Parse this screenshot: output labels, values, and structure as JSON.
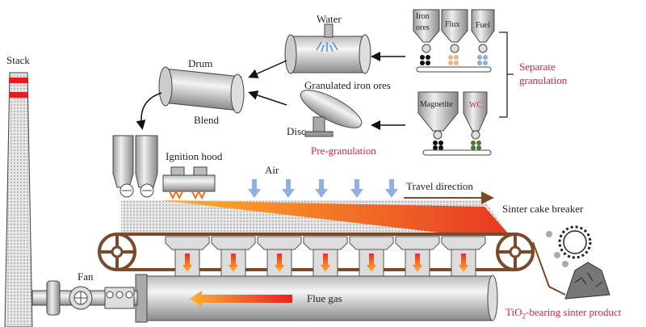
{
  "labels": {
    "stack": "Stack",
    "drum": "Drum",
    "blend": "Blend",
    "water": "Water",
    "granulated_iron_ores": "Granulated iron ores",
    "disc": "Disc",
    "pre_granulation": "Pre-granulation",
    "iron_ores": [
      "Iron",
      "ores"
    ],
    "flux": "Flux",
    "fuel": "Fuel",
    "magnetite": "Magnetite",
    "wc": "WC",
    "separate_granulation": [
      "Separate",
      "granulation"
    ],
    "ignition_hood": "Ignition hood",
    "air": "Air",
    "travel_direction": "Travel direction",
    "sinter_cake_breaker": "Sinter cake breaker",
    "fan": "Fan",
    "flue_gas": "Flue gas",
    "product": {
      "prefix": "TiO",
      "sub": "2",
      "suffix": "-bearing sinter product"
    }
  },
  "colors": {
    "label_red": "#d8273a",
    "belt_brown": "#7a4a2a",
    "sinter_orange": "#f26a1b",
    "air_blue": "#8fb0e0",
    "iron_ore_black": "#111111",
    "flux_orange": "#f0b48a",
    "fuel_blue": "#8aaee0",
    "wc_green": "#4a7a3a"
  }
}
